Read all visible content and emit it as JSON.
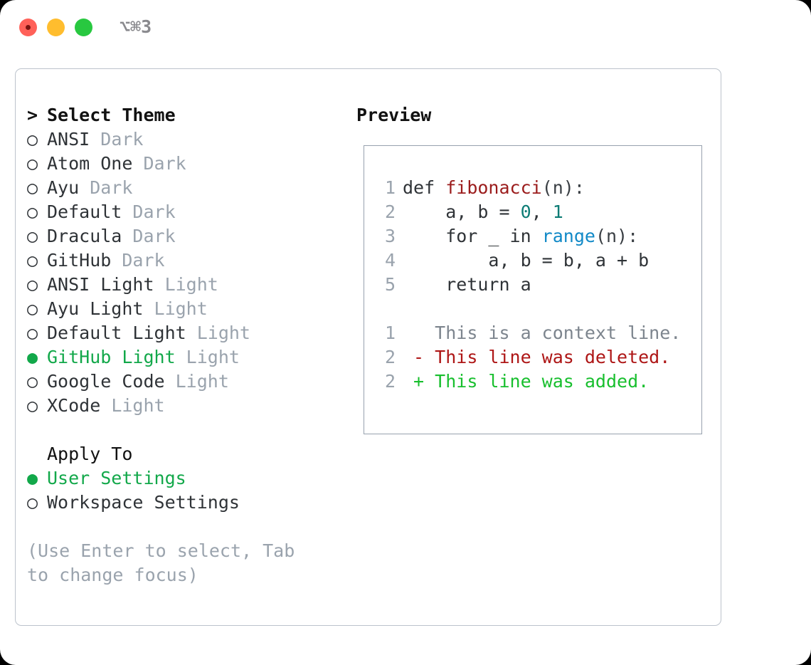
{
  "window": {
    "shortcut": "⌥⌘3",
    "traffic_lights": [
      {
        "name": "close",
        "color": "#ff6159"
      },
      {
        "name": "minimize",
        "color": "#ffbd2e"
      },
      {
        "name": "maximize",
        "color": "#28c840"
      }
    ]
  },
  "colors": {
    "accent_green": "#12a84a",
    "muted": "#9aa3ad",
    "text": "#2f3337",
    "border_card": "#bcc3cc",
    "border_preview": "#97a1ae",
    "diff_add": "#18bf2e",
    "diff_del": "#ae1616",
    "syntax_func": "#9b1c1c",
    "syntax_num": "#0d7c75",
    "syntax_builtin": "#1189c7"
  },
  "theme_section": {
    "marker": ">",
    "title": "Select Theme",
    "options": [
      {
        "marker": "○",
        "label": "ANSI",
        "suffix": "Dark",
        "selected": false
      },
      {
        "marker": "○",
        "label": "Atom One",
        "suffix": "Dark",
        "selected": false
      },
      {
        "marker": "○",
        "label": "Ayu",
        "suffix": "Dark",
        "selected": false
      },
      {
        "marker": "○",
        "label": "Default",
        "suffix": "Dark",
        "selected": false
      },
      {
        "marker": "○",
        "label": "Dracula",
        "suffix": "Dark",
        "selected": false
      },
      {
        "marker": "○",
        "label": "GitHub",
        "suffix": "Dark",
        "selected": false
      },
      {
        "marker": "○",
        "label": "ANSI Light",
        "suffix": "Light",
        "selected": false
      },
      {
        "marker": "○",
        "label": "Ayu Light",
        "suffix": "Light",
        "selected": false
      },
      {
        "marker": "○",
        "label": "Default Light",
        "suffix": "Light",
        "selected": false
      },
      {
        "marker": "●",
        "label": "GitHub Light",
        "suffix": "Light",
        "selected": true
      },
      {
        "marker": "○",
        "label": "Google Code",
        "suffix": "Light",
        "selected": false
      },
      {
        "marker": "○",
        "label": "XCode",
        "suffix": "Light",
        "selected": false
      }
    ]
  },
  "apply_section": {
    "marker": " ",
    "title": "Apply To",
    "options": [
      {
        "marker": "●",
        "label": "User Settings",
        "suffix": "",
        "selected": true
      },
      {
        "marker": "○",
        "label": "Workspace Settings",
        "suffix": "",
        "selected": false
      }
    ]
  },
  "help_text": "(Use Enter to select, Tab to change focus)",
  "preview": {
    "title": "Preview",
    "code_lines": [
      {
        "num": "1",
        "tokens": [
          {
            "t": "def ",
            "c": "tok-kw"
          },
          {
            "t": "fibonacci",
            "c": "tok-func"
          },
          {
            "t": "(n):",
            "c": "tok-punct"
          }
        ]
      },
      {
        "num": "2",
        "tokens": [
          {
            "t": "    a, b = ",
            "c": "tok-plain"
          },
          {
            "t": "0",
            "c": "tok-num"
          },
          {
            "t": ", ",
            "c": "tok-plain"
          },
          {
            "t": "1",
            "c": "tok-num"
          }
        ]
      },
      {
        "num": "3",
        "tokens": [
          {
            "t": "    for _ in ",
            "c": "tok-plain"
          },
          {
            "t": "range",
            "c": "tok-builtin"
          },
          {
            "t": "(n):",
            "c": "tok-punct"
          }
        ]
      },
      {
        "num": "4",
        "tokens": [
          {
            "t": "        a, b = b, a + b",
            "c": "tok-plain"
          }
        ]
      },
      {
        "num": "5",
        "tokens": [
          {
            "t": "    return a",
            "c": "tok-plain"
          }
        ]
      }
    ],
    "diff_lines": [
      {
        "num": "1",
        "sign": " ",
        "text": " This is a context line.",
        "kind": "diff-context"
      },
      {
        "num": "2",
        "sign": "-",
        "text": " This line was deleted.",
        "kind": "diff-del"
      },
      {
        "num": "2",
        "sign": "+",
        "text": " This line was added.",
        "kind": "diff-add"
      }
    ]
  }
}
